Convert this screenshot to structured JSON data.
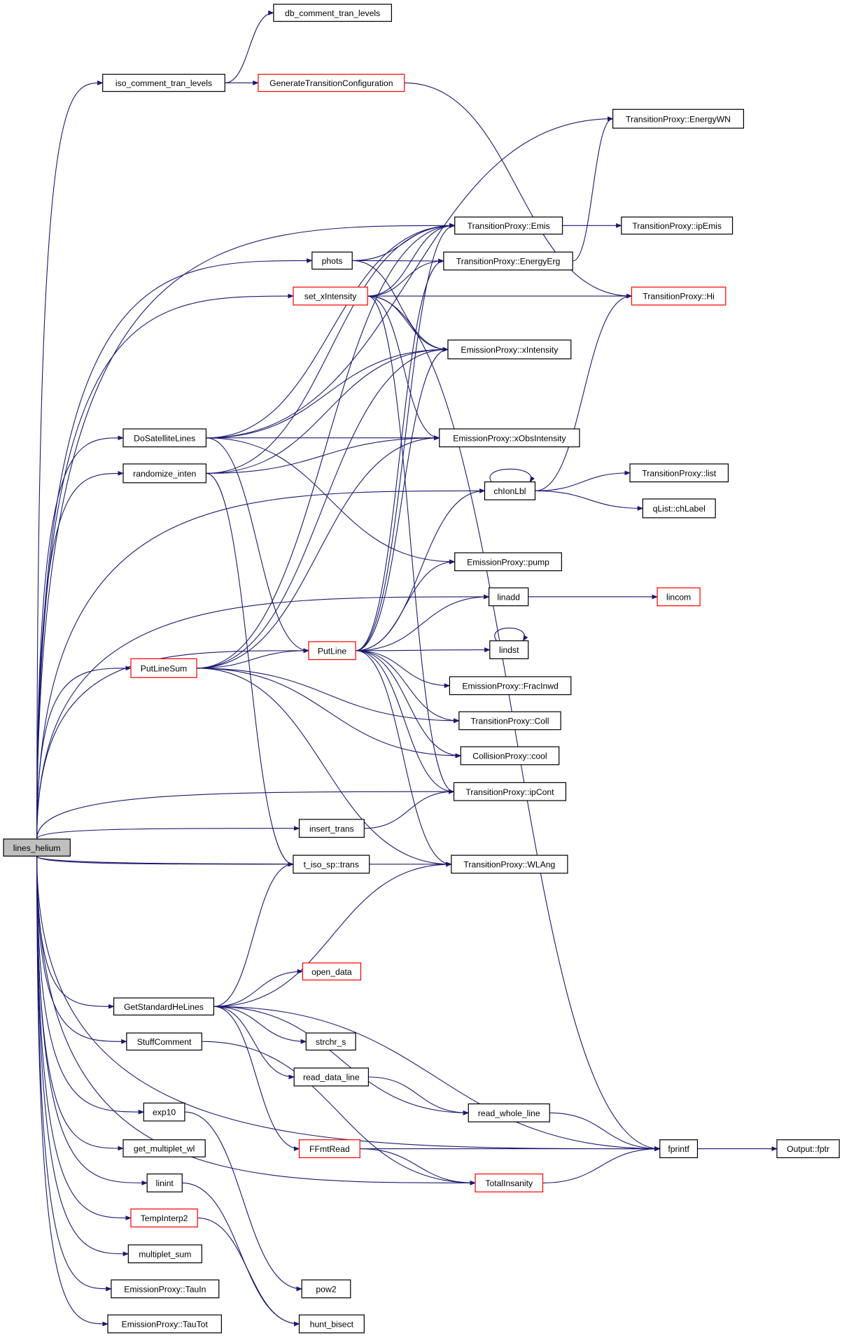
{
  "title": "lines_helium",
  "colors": {
    "edge": "#191970",
    "node_border": "#000000",
    "node_border_highlight": "#ff0000",
    "root_fill": "#bfbfbf"
  },
  "nodes": [
    {
      "label": "lines_helium",
      "kind": "root"
    },
    {
      "label": "db_comment_tran_levels"
    },
    {
      "label": "iso_comment_tran_levels"
    },
    {
      "label": "GenerateTransitionConfiguration",
      "kind": "red"
    },
    {
      "label": "TransitionProxy::EnergyWN"
    },
    {
      "label": "TransitionProxy::Emis"
    },
    {
      "label": "TransitionProxy::ipEmis"
    },
    {
      "label": "phots"
    },
    {
      "label": "TransitionProxy::EnergyErg"
    },
    {
      "label": "set_xIntensity",
      "kind": "red"
    },
    {
      "label": "TransitionProxy::Hi",
      "kind": "red"
    },
    {
      "label": "EmissionProxy::xIntensity"
    },
    {
      "label": "DoSatelliteLines"
    },
    {
      "label": "EmissionProxy::xObsIntensity"
    },
    {
      "label": "randomize_inten"
    },
    {
      "label": "TransitionProxy::list"
    },
    {
      "label": "chIonLbl"
    },
    {
      "label": "qList::chLabel"
    },
    {
      "label": "EmissionProxy::pump"
    },
    {
      "label": "linadd"
    },
    {
      "label": "lincom",
      "kind": "red"
    },
    {
      "label": "PutLine",
      "kind": "red"
    },
    {
      "label": "lindst"
    },
    {
      "label": "PutLineSum",
      "kind": "red"
    },
    {
      "label": "EmissionProxy::FracInwd"
    },
    {
      "label": "TransitionProxy::Coll"
    },
    {
      "label": "CollisionProxy::cool"
    },
    {
      "label": "TransitionProxy::ipCont"
    },
    {
      "label": "insert_trans"
    },
    {
      "label": "t_iso_sp::trans"
    },
    {
      "label": "TransitionProxy::WLAng"
    },
    {
      "label": "open_data",
      "kind": "red"
    },
    {
      "label": "GetStandardHeLines"
    },
    {
      "label": "StuffComment"
    },
    {
      "label": "strchr_s"
    },
    {
      "label": "read_data_line"
    },
    {
      "label": "read_whole_line"
    },
    {
      "label": "exp10"
    },
    {
      "label": "get_multiplet_wl"
    },
    {
      "label": "fprintf"
    },
    {
      "label": "FFmtRead",
      "kind": "red"
    },
    {
      "label": "Output::fptr"
    },
    {
      "label": "linint"
    },
    {
      "label": "TotalInsanity",
      "kind": "red"
    },
    {
      "label": "TempInterp2",
      "kind": "red"
    },
    {
      "label": "multiplet_sum"
    },
    {
      "label": "pow2"
    },
    {
      "label": "EmissionProxy::TauIn"
    },
    {
      "label": "EmissionProxy::TauTot"
    },
    {
      "label": "hunt_bisect"
    }
  ],
  "edges": [
    [
      "lines_helium",
      "iso_comment_tran_levels"
    ],
    [
      "lines_helium",
      "DoSatelliteLines"
    ],
    [
      "lines_helium",
      "randomize_inten"
    ],
    [
      "lines_helium",
      "PutLineSum"
    ],
    [
      "lines_helium",
      "PutLine"
    ],
    [
      "lines_helium",
      "TransitionProxy::Emis"
    ],
    [
      "lines_helium",
      "phots"
    ],
    [
      "lines_helium",
      "set_xIntensity"
    ],
    [
      "lines_helium",
      "chIonLbl"
    ],
    [
      "lines_helium",
      "linadd"
    ],
    [
      "lines_helium",
      "TransitionProxy::ipCont"
    ],
    [
      "lines_helium",
      "insert_trans"
    ],
    [
      "lines_helium",
      "t_iso_sp::trans"
    ],
    [
      "lines_helium",
      "TransitionProxy::WLAng"
    ],
    [
      "lines_helium",
      "GetStandardHeLines"
    ],
    [
      "lines_helium",
      "StuffComment"
    ],
    [
      "lines_helium",
      "exp10"
    ],
    [
      "lines_helium",
      "get_multiplet_wl"
    ],
    [
      "lines_helium",
      "linint"
    ],
    [
      "lines_helium",
      "TempInterp2"
    ],
    [
      "lines_helium",
      "multiplet_sum"
    ],
    [
      "lines_helium",
      "EmissionProxy::TauIn"
    ],
    [
      "lines_helium",
      "EmissionProxy::TauTot"
    ],
    [
      "lines_helium",
      "fprintf"
    ],
    [
      "lines_helium",
      "TotalInsanity"
    ],
    [
      "iso_comment_tran_levels",
      "db_comment_tran_levels"
    ],
    [
      "iso_comment_tran_levels",
      "GenerateTransitionConfiguration"
    ],
    [
      "GenerateTransitionConfiguration",
      "TransitionProxy::Hi"
    ],
    [
      "DoSatelliteLines",
      "TransitionProxy::EnergyWN"
    ],
    [
      "DoSatelliteLines",
      "TransitionProxy::Emis"
    ],
    [
      "DoSatelliteLines",
      "EmissionProxy::xIntensity"
    ],
    [
      "DoSatelliteLines",
      "EmissionProxy::xObsIntensity"
    ],
    [
      "DoSatelliteLines",
      "EmissionProxy::pump"
    ],
    [
      "DoSatelliteLines",
      "PutLine"
    ],
    [
      "randomize_inten",
      "TransitionProxy::Emis"
    ],
    [
      "randomize_inten",
      "EmissionProxy::xIntensity"
    ],
    [
      "randomize_inten",
      "EmissionProxy::xObsIntensity"
    ],
    [
      "randomize_inten",
      "t_iso_sp::trans"
    ],
    [
      "phots",
      "TransitionProxy::Emis"
    ],
    [
      "phots",
      "TransitionProxy::EnergyErg"
    ],
    [
      "phots",
      "EmissionProxy::xIntensity"
    ],
    [
      "set_xIntensity",
      "TransitionProxy::Emis"
    ],
    [
      "set_xIntensity",
      "TransitionProxy::EnergyErg"
    ],
    [
      "set_xIntensity",
      "TransitionProxy::Hi"
    ],
    [
      "set_xIntensity",
      "EmissionProxy::xIntensity"
    ],
    [
      "set_xIntensity",
      "EmissionProxy::xObsIntensity"
    ],
    [
      "set_xIntensity",
      "TransitionProxy::ipCont"
    ],
    [
      "set_xIntensity",
      "fprintf"
    ],
    [
      "TransitionProxy::Emis",
      "TransitionProxy::ipEmis"
    ],
    [
      "TransitionProxy::EnergyErg",
      "TransitionProxy::EnergyWN"
    ],
    [
      "chIonLbl",
      "chIonLbl"
    ],
    [
      "chIonLbl",
      "TransitionProxy::list"
    ],
    [
      "chIonLbl",
      "qList::chLabel"
    ],
    [
      "chIonLbl",
      "TransitionProxy::Hi"
    ],
    [
      "PutLineSum",
      "TransitionProxy::Emis"
    ],
    [
      "PutLineSum",
      "EmissionProxy::xIntensity"
    ],
    [
      "PutLineSum",
      "EmissionProxy::xObsIntensity"
    ],
    [
      "PutLineSum",
      "PutLine"
    ],
    [
      "PutLineSum",
      "TransitionProxy::Coll"
    ],
    [
      "PutLineSum",
      "CollisionProxy::cool"
    ],
    [
      "PutLineSum",
      "TransitionProxy::WLAng"
    ],
    [
      "PutLine",
      "TransitionProxy::Emis"
    ],
    [
      "PutLine",
      "TransitionProxy::EnergyErg"
    ],
    [
      "PutLine",
      "EmissionProxy::xIntensity"
    ],
    [
      "PutLine",
      "chIonLbl"
    ],
    [
      "PutLine",
      "EmissionProxy::pump"
    ],
    [
      "PutLine",
      "linadd"
    ],
    [
      "PutLine",
      "lindst"
    ],
    [
      "PutLine",
      "EmissionProxy::FracInwd"
    ],
    [
      "PutLine",
      "TransitionProxy::Coll"
    ],
    [
      "PutLine",
      "CollisionProxy::cool"
    ],
    [
      "PutLine",
      "TransitionProxy::ipCont"
    ],
    [
      "PutLine",
      "TransitionProxy::WLAng"
    ],
    [
      "linadd",
      "lincom"
    ],
    [
      "lindst",
      "lindst"
    ],
    [
      "insert_trans",
      "TransitionProxy::ipCont"
    ],
    [
      "GetStandardHeLines",
      "t_iso_sp::trans"
    ],
    [
      "GetStandardHeLines",
      "TransitionProxy::WLAng"
    ],
    [
      "GetStandardHeLines",
      "open_data"
    ],
    [
      "GetStandardHeLines",
      "strchr_s"
    ],
    [
      "GetStandardHeLines",
      "read_data_line"
    ],
    [
      "GetStandardHeLines",
      "read_whole_line"
    ],
    [
      "GetStandardHeLines",
      "FFmtRead"
    ],
    [
      "GetStandardHeLines",
      "fprintf"
    ],
    [
      "StuffComment",
      "TotalInsanity"
    ],
    [
      "exp10",
      "pow2"
    ],
    [
      "linint",
      "hunt_bisect"
    ],
    [
      "TempInterp2",
      "hunt_bisect"
    ],
    [
      "read_data_line",
      "read_whole_line"
    ],
    [
      "read_whole_line",
      "fprintf"
    ],
    [
      "FFmtRead",
      "fprintf"
    ],
    [
      "FFmtRead",
      "TotalInsanity"
    ],
    [
      "TotalInsanity",
      "fprintf"
    ],
    [
      "fprintf",
      "Output::fptr"
    ]
  ]
}
